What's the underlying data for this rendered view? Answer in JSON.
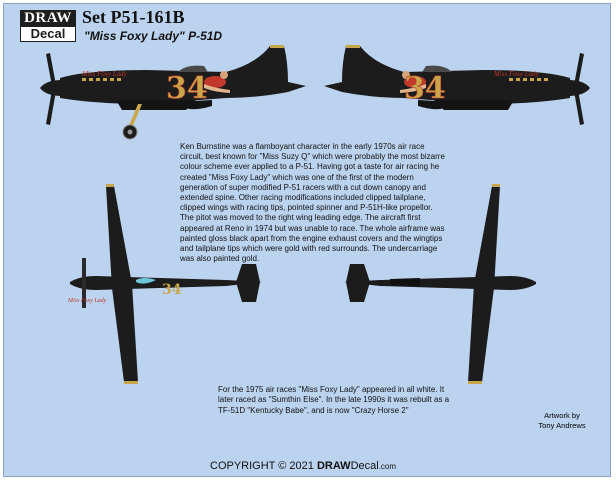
{
  "brand": {
    "logo_top": "DRAW",
    "logo_bottom": "Decal"
  },
  "header": {
    "set_title": "Set P51-161B",
    "subject": "\"Miss Foxy Lady\" P-51D"
  },
  "aircraft": {
    "race_number": "34",
    "nose_art_title": "Miss Foxy Lady"
  },
  "description": "Ken Burnstine was a flamboyant character in the early 1970s air race circuit, best known for \"Miss Suzy Q\" which were probably the most bizarre colour scheme ever applied to a P-51. Having got a taste for air racing he created \"Miss Foxy Lady\" which was one of the first of the modern generation of super modified P-51 racers with a cut down canopy and extended spine. Other racing modifications included clipped tailplane, clipped wings with racing tips, pointed spinner and P-51H-like propellor. The pitot was moved to the right wing leading edge. The aircraft first appeared at Reno in 1974 but was unable to race. The whole airframe was painted gloss black apart from the engine exhaust covers and the wingtips and tailplane tips which were gold with red surrounds. The undercarriage was also painted gold.",
  "later_history": "For the 1975 air races \"Miss Foxy Lady\" appeared in all white. It later raced as \"Sumthin Else\". In the late 1990s it was rebuilt as a TF-51D \"Kentucky Babe\", and is now \"Crazy Horse 2\"",
  "credits": {
    "line1": "Artwork by",
    "line2": "Tony Andrews"
  },
  "copyright": {
    "prefix": "COPYRIGHT © 2021 ",
    "brand_bold": "DRAW",
    "brand_rest": "Decal",
    "domain": ".com"
  },
  "colors": {
    "background": "#bcd3f0",
    "airframe": "#1c1c1c",
    "gold": "#c9a64a",
    "red_trim": "#c0392b"
  }
}
